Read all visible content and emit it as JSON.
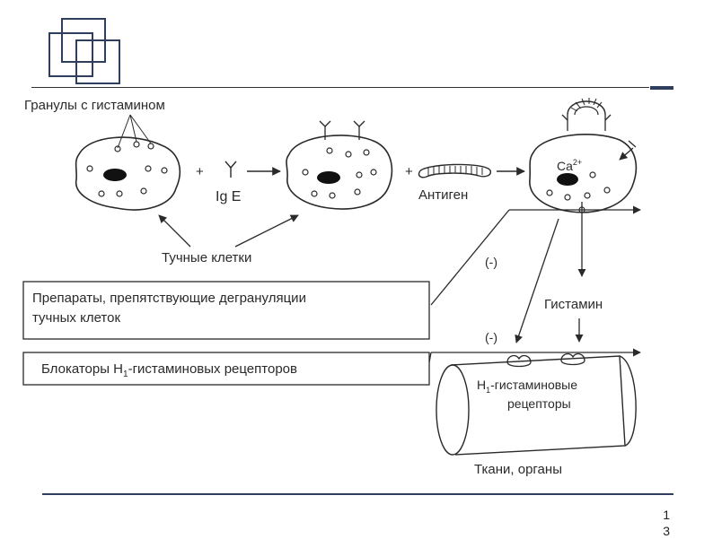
{
  "labels": {
    "granules": "Гранулы с гистамином",
    "ige": "Ig E",
    "antigen": "Антиген",
    "calcium": "Ca",
    "calcium_sup": "2+",
    "mast_cells": "Тучные клетки",
    "minus_upper": "(-)",
    "minus_lower": "(-)",
    "histamine": "Гистамин",
    "receptors_line1": "-гистаминовые",
    "receptors_line2": "рецепторы",
    "receptors_h": "H",
    "receptors_sub": "1",
    "plus_1": "+",
    "plus_2": "+",
    "tissues": "Ткани, органы"
  },
  "boxes": {
    "degranulation_line1": "Препараты, препятствующие дегрануляции",
    "degranulation_line2": "тучных клеток",
    "blockers_pre": "Блокаторы H",
    "blockers_sub": "1",
    "blockers_post": "-гистаминовых рецепторов"
  },
  "page_number": {
    "line1": "1",
    "line2": "3"
  },
  "colors": {
    "accent": "#2e3e5c",
    "line": "#2a2a2a"
  }
}
